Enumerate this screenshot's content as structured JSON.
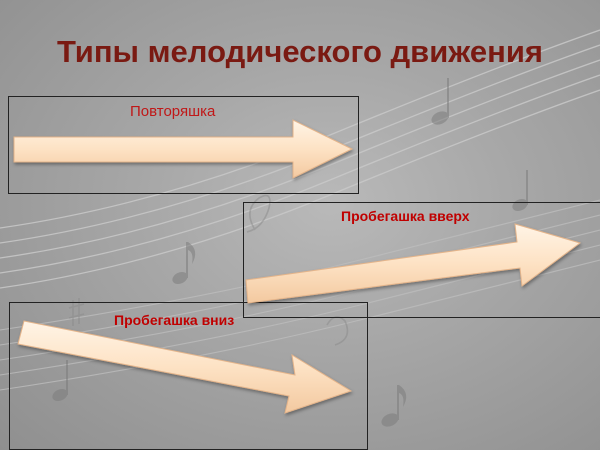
{
  "slide": {
    "title": "Типы мелодического движения",
    "background_color": "#a8a8a8",
    "title_color": "#7a1a12"
  },
  "items": [
    {
      "label": "Повторяшка",
      "label_color": "#c01818",
      "arrow_direction": "horizontal"
    },
    {
      "label": "Пробегашка вверх",
      "label_color": "#c00000",
      "arrow_direction": "up"
    },
    {
      "label": "Пробегашка вниз",
      "label_color": "#c00000",
      "arrow_direction": "down"
    }
  ],
  "decorations": {
    "arrow_fill": "#fde2c4",
    "arrow_stroke": "#e8b98a",
    "background_motif": "music-staff-and-notes"
  }
}
